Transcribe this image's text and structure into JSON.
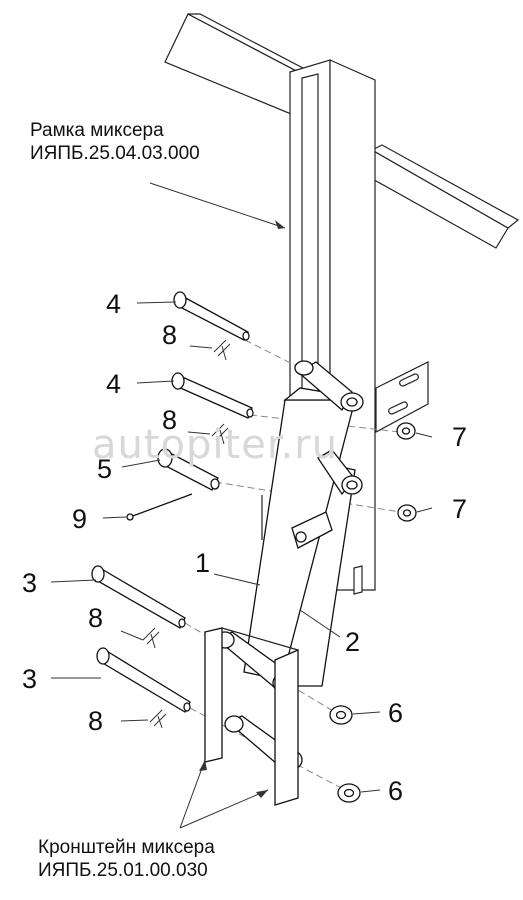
{
  "captions": {
    "frame_line1": "Рамка миксера",
    "frame_line2": "ИЯПБ.25.04.03.000",
    "bracket_line1": "Кронштейн миксера",
    "bracket_line2": "ИЯПБ.25.01.00.030"
  },
  "callouts": {
    "pin_upper_a": "4",
    "cotter_upper_a": "8",
    "pin_upper_b": "4",
    "cotter_upper_b": "8",
    "pin_5": "5",
    "cotter_9": "9",
    "washer_7a": "7",
    "washer_7b": "7",
    "arm_1": "1",
    "arm_2": "2",
    "pin_lower_a": "3",
    "cotter_lower_a": "8",
    "pin_lower_b": "3",
    "cotter_lower_b": "8",
    "washer_6a": "6",
    "washer_6b": "6"
  },
  "watermark": "autopiter.ru"
}
